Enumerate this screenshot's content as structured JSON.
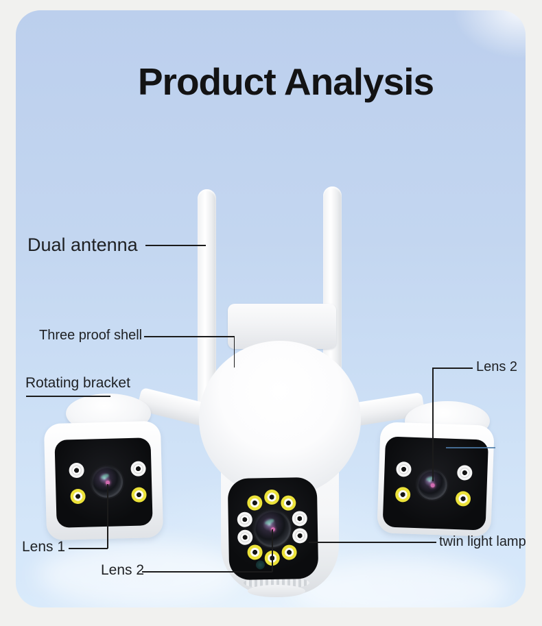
{
  "title": "Product Analysis",
  "callouts": {
    "dual_antenna": {
      "label": "Dual antenna"
    },
    "three_proof_shell": {
      "label": "Three proof shell"
    },
    "rotating_bracket": {
      "label": "Rotating bracket"
    },
    "lens2_right": {
      "label": "Lens 2"
    },
    "lens1": {
      "label": "Lens 1"
    },
    "lens2_bottom": {
      "label": "Lens 2"
    },
    "twin_light_lamp": {
      "label": "twin light lamp"
    }
  },
  "colors": {
    "page_bg": "#f1f1ef",
    "card_top": "#bccfed",
    "card_bottom": "#d9eafb",
    "title_text": "#131314",
    "label_text": "#1e2023",
    "callout_line": "#1b1b1b",
    "led_yellow": "#ece23a",
    "led_white": "#f5f5f5",
    "panel_black": "#0b0c0e",
    "camera_white": "#ffffff"
  }
}
